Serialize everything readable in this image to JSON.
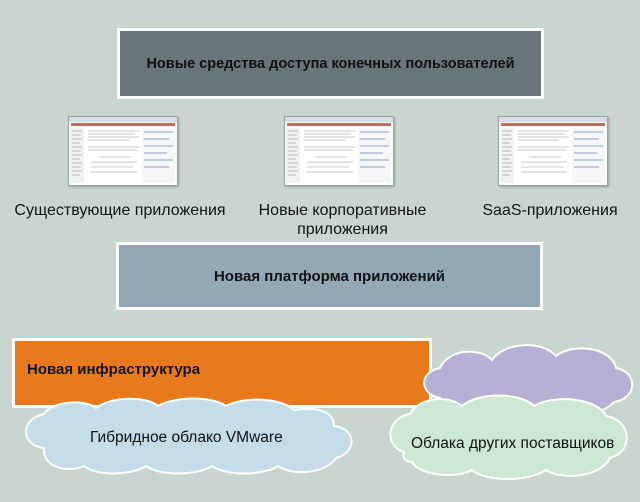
{
  "access_layer": {
    "title": "Новые средства доступа конечных пользователей"
  },
  "applications": [
    {
      "label": "Существующие приложения",
      "icon": "browser-window-screenshot-icon"
    },
    {
      "label": "Новые корпоративные приложения",
      "icon": "browser-window-screenshot-icon"
    },
    {
      "label": "SaaS-приложения",
      "icon": "browser-window-screenshot-icon"
    }
  ],
  "platform_layer": {
    "title": "Новая платформа приложений"
  },
  "infrastructure_layer": {
    "title": "Новая инфраструктура"
  },
  "clouds": [
    {
      "label": "Гибридное облако VMware"
    },
    {
      "label": "Облака других поставщиков"
    }
  ],
  "colors": {
    "background": "#c9d6d0",
    "access_box": "#68757a",
    "platform_box": "#92a8b6",
    "infrastructure_box": "#e8791d",
    "cloud_blue": "#c4dde9",
    "cloud_purple": "#b7afd4",
    "cloud_green": "#cde9d4",
    "box_border": "#ffffff"
  }
}
